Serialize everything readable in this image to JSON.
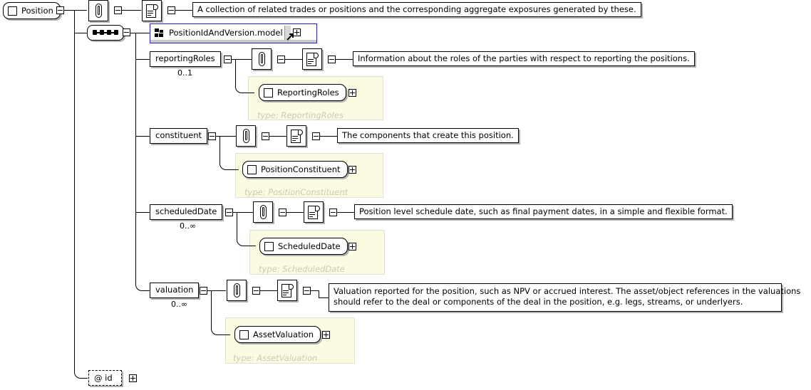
{
  "diagram": {
    "kind": "xsd-schema-diagram",
    "root": {
      "name": "Position",
      "icon": "element-square-icon",
      "toggle": "collapse-toggle"
    },
    "compositor": {
      "name": "sequence-compositor",
      "icon": "sequence-dots-icon"
    },
    "root_documentation": "A collection of related trades or positions and the corresponding aggregate exposures generated by these.",
    "model_group": {
      "label": "PositionIdAndVersion.model",
      "icon": "model-group-icon",
      "expand": "+",
      "link_icon": "goto-arrow-icon"
    },
    "attribute": {
      "label": "@ id",
      "icon": "attribute-at-icon",
      "expand": "+"
    },
    "children": [
      {
        "name": "reportingRoles",
        "cardinality": "0..1",
        "documentation": [
          "Information about the roles of the parties with respect to reporting the positions."
        ],
        "type_element": "ReportingRoles",
        "type_label": "type: ReportingRoles",
        "annotation_icon": "paperclip-icon",
        "documentation_icon": "scroll-icon",
        "expand": "+"
      },
      {
        "name": "constituent",
        "cardinality": "",
        "documentation": [
          "The components that create this position."
        ],
        "type_element": "PositionConstituent",
        "type_label": "type: PositionConstituent",
        "annotation_icon": "paperclip-icon",
        "documentation_icon": "scroll-icon",
        "expand": "+"
      },
      {
        "name": "scheduledDate",
        "cardinality": "0..∞",
        "documentation": [
          "Position level schedule date, such as final payment dates, in a simple and flexible format."
        ],
        "type_element": "ScheduledDate",
        "type_label": "type: ScheduledDate",
        "annotation_icon": "paperclip-icon",
        "documentation_icon": "scroll-icon",
        "expand": "+"
      },
      {
        "name": "valuation",
        "cardinality": "0..∞",
        "documentation": [
          "Valuation reported for the position, such as NPV or accrued interest. The asset/object references in the valuations",
          "should refer to the deal or components of the deal in the position, e.g. legs, streams, or underlyers."
        ],
        "type_element": "AssetValuation",
        "type_label": "type: AssetValuation",
        "annotation_icon": "paperclip-icon",
        "documentation_icon": "scroll-icon",
        "expand": "+"
      }
    ],
    "colors": {
      "background": "#ffffff",
      "line": "#000000",
      "shadow": "#b0b0b0",
      "type_panel_fill": "#fbfbe2",
      "type_panel_border": "#e2e2d0",
      "type_label_text": "#c9c9bb",
      "model_group_border": "#2222cc"
    }
  }
}
